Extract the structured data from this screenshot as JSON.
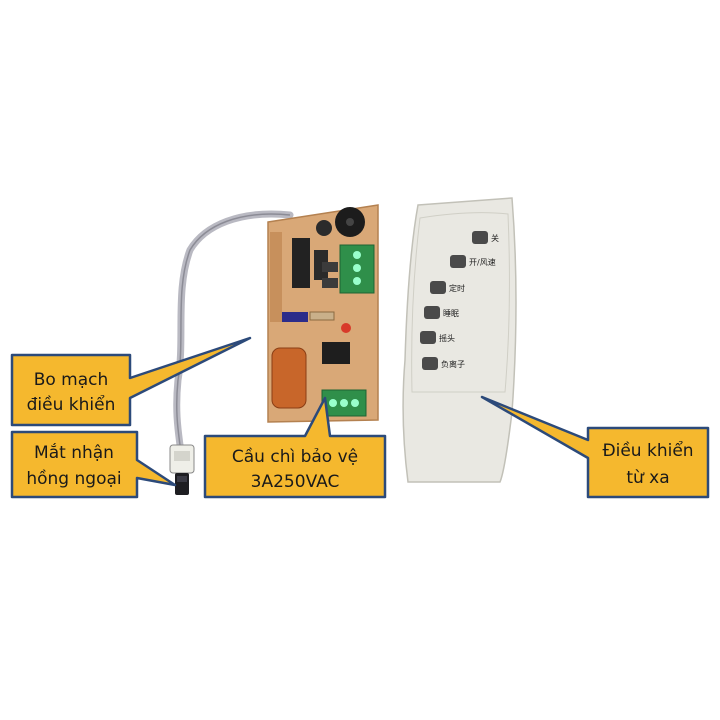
{
  "colors": {
    "callout_fill": "#f5b82e",
    "callout_stroke": "#2c4a7a",
    "pcb": "#d9a877",
    "terminal_green": "#2f8f4a",
    "fuse_orange": "#c8662a",
    "remote_body": "#e9e8e2",
    "remote_button": "#4a4a4a"
  },
  "callouts": {
    "board": {
      "line1": "Bo mạch",
      "line2": "điều khiển"
    },
    "ir": {
      "line1": "Mắt nhận",
      "line2": "hồng ngoại"
    },
    "fuse": {
      "line1": "Cầu chì bảo vệ",
      "line2": "3A250VAC"
    },
    "remote": {
      "line1": "Điều khiển",
      "line2": "từ xa"
    }
  },
  "remote_buttons": [
    {
      "label": "关"
    },
    {
      "label": "开/风速"
    },
    {
      "label": "定时"
    },
    {
      "label": "睡眠"
    },
    {
      "label": "摇头"
    },
    {
      "label": "负离子"
    }
  ]
}
